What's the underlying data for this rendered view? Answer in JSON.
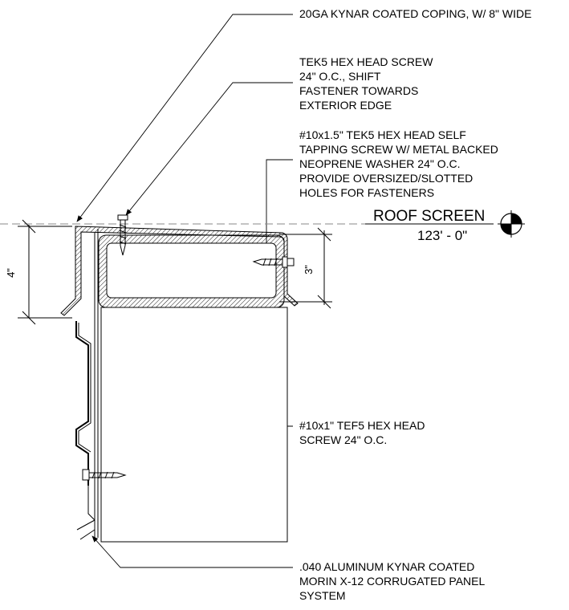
{
  "notes": {
    "coping": [
      "20GA KYNAR COATED COPING, W/ 8\" WIDE"
    ],
    "tek5_screw": [
      "TEK5 HEX HEAD SCREW",
      "24\" O.C., SHIFT",
      "FASTENER TOWARDS",
      "EXTERIOR EDGE"
    ],
    "self_tapping_screw": [
      "#10x1.5\" TEK5 HEX HEAD SELF",
      "TAPPING SCREW W/ METAL BACKED",
      "NEOPRENE WASHER 24\" O.C.",
      "PROVIDE OVERSIZED/SLOTTED",
      "HOLES FOR FASTENERS"
    ],
    "tef5_screw": [
      "#10x1\" TEF5 HEX HEAD",
      "SCREW 24\" O.C."
    ],
    "panel": [
      ".040 ALUMINUM KYNAR COATED",
      "MORIN X-12 CORRUGATED PANEL",
      "SYSTEM"
    ]
  },
  "level": {
    "name": "ROOF SCREEN",
    "elevation": "123' - 0\""
  },
  "dimensions": {
    "left": "4\"",
    "right": "3\""
  }
}
